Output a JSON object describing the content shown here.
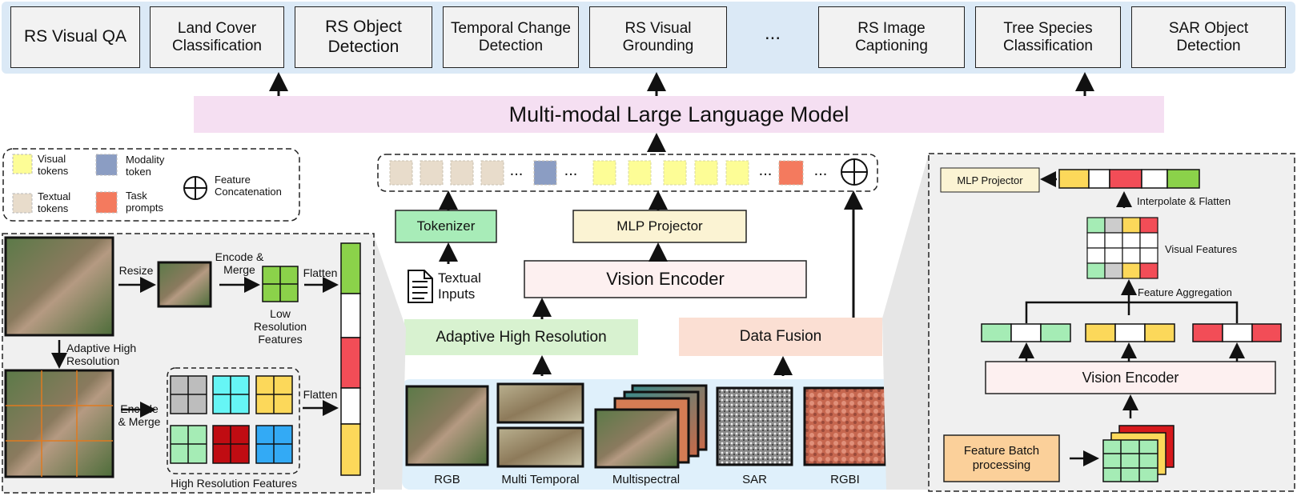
{
  "tasks": {
    "t1": "RS Visual QA",
    "t2": "Land Cover Classification",
    "t3": "RS Object Detection",
    "t4": "Temporal Change Detection",
    "t5": "RS Visual Grounding",
    "ellipsis": "...",
    "t6": "RS Image Captioning",
    "t7": "Tree Species Classification",
    "t8": "SAR Object Detection"
  },
  "llm_label": "Multi-modal Large Language Model",
  "legend": {
    "visual_tokens": "Visual tokens",
    "textual_tokens": "Textual tokens",
    "modality_token": "Modality token",
    "task_prompts": "Task prompts",
    "feature_concat": "Feature Concatenation"
  },
  "center": {
    "tokenizer": "Tokenizer",
    "mlp_projector": "MLP Projector",
    "textual_inputs": "Textual Inputs",
    "vision_encoder": "Vision Encoder",
    "adaptive_hr": "Adaptive High Resolution",
    "data_fusion": "Data Fusion",
    "token_ellipsis": "..."
  },
  "inputs": {
    "rgb": "RGB",
    "multi_temporal": "Multi Temporal",
    "multispectral": "Multispectral",
    "sar": "SAR",
    "rgbi": "RGBI"
  },
  "left_panel": {
    "resize": "Resize",
    "encode_merge_top": "Encode & Merge",
    "flatten_top": "Flatten",
    "low_res": "Low Resolution Features",
    "adaptive": "Adaptive High Resolution",
    "encode_merge_bottom": "Encode & Merge",
    "flatten_bottom": "Flatten",
    "high_res": "High Resolution Features"
  },
  "right_panel": {
    "mlp_projector": "MLP Projector",
    "interpolate_flatten": "Interpolate & Flatten",
    "visual_features": "Visual Features",
    "feature_aggregation": "Feature Aggregation",
    "vision_encoder": "Vision Encoder",
    "feature_batch": "Feature Batch processing"
  },
  "colors": {
    "visual_token": "#fdfd96",
    "textual_token": "#e8dccb",
    "modality_token": "#8b9dc3",
    "task_prompt": "#f47a5e",
    "llm": "#f5dff2",
    "tokenizer": "#a8ecb8",
    "mlp": "#fbf3d3",
    "vision_encoder": "#fdf0f0",
    "adaptive": "#d8f2d0",
    "fusion": "#fbdfd3",
    "task_bar": "#dbe9f6",
    "input_bar": "#dff0fb",
    "panel": "#f0f0f0",
    "batch": "#fbd09a",
    "green": "#8bd24a",
    "red": "#f24d57",
    "yellow": "#fcd85a"
  }
}
